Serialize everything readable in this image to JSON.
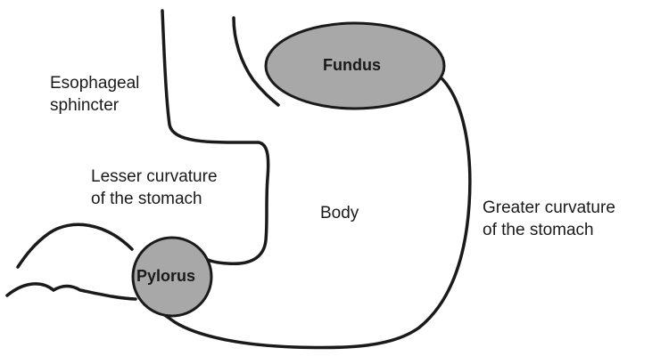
{
  "labels": {
    "esophageal_sphincter": [
      "Esophageal",
      "sphincter"
    ],
    "lesser_curvature": [
      "Lesser curvature",
      "of the stomach"
    ],
    "greater_curvature": [
      "Greater curvature",
      "of the stomach"
    ],
    "body": "Body"
  },
  "regions": {
    "fundus": "Fundus",
    "pylorus": "Pylorus"
  },
  "colors": {
    "outline": "#1a1a1a",
    "region_fill": "#a8a8a8",
    "background": "#ffffff"
  }
}
